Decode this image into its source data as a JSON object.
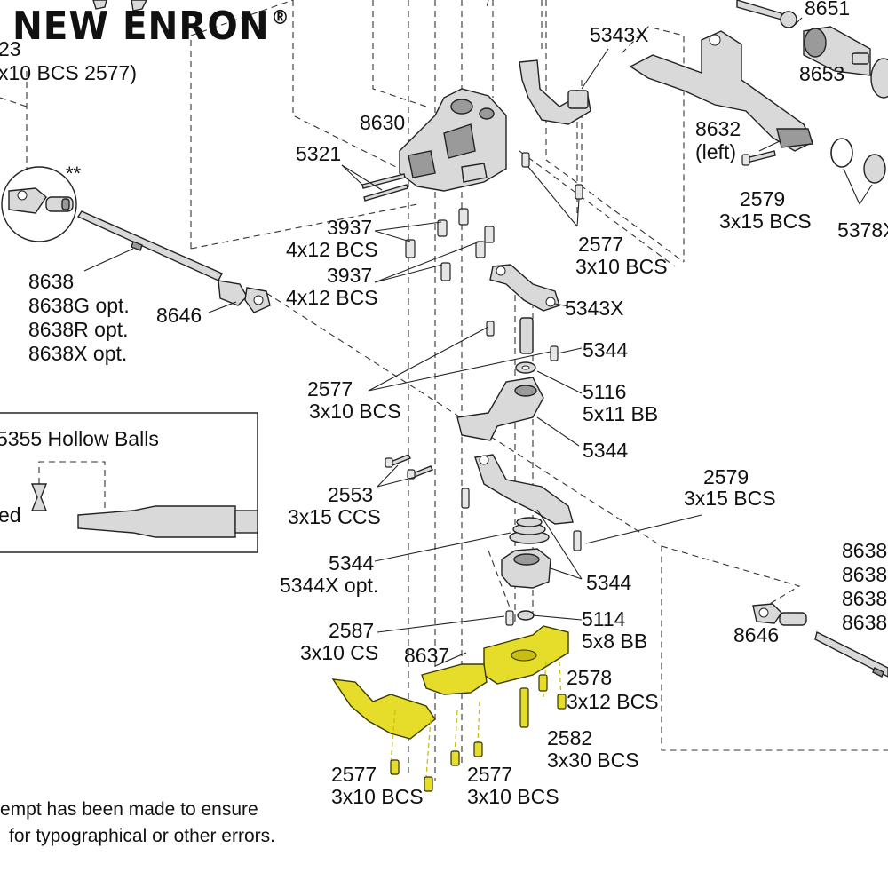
{
  "brand": {
    "name": "NEW ENRON",
    "mark": "®"
  },
  "callouts": {
    "c5343x_top": "5343X",
    "c8630": "8630",
    "c5321": "5321",
    "c3937_a_num": "3937",
    "c3937_a_spec": "4x12 BCS",
    "c3937_b_num": "3937",
    "c3937_b_spec": "4x12 BCS",
    "c8638_num": "8638",
    "c8638_g": "8638G opt.",
    "c8638_r": "8638R opt.",
    "c8638_x": "8638X opt.",
    "c8646_left": "8646",
    "c5343x_mid": "5343X",
    "c5344_a": "5344",
    "c2577_a_num": "2577",
    "c2577_a_spec": "3x10 BCS",
    "c5116_num": "5116",
    "c5116_spec": "5x11 BB",
    "c5344_b": "5344",
    "c2553_num": "2553",
    "c2553_spec": "3x15 CCS",
    "c2579_mid_num": "2579",
    "c2579_mid_spec": "3x15 BCS",
    "c5344_c_num": "5344",
    "c5344_c_opt": "5344X opt.",
    "c5344_d": "5344",
    "c2587_num": "2587",
    "c2587_spec": "3x10 CS",
    "c5114_num": "5114",
    "c5114_spec": "5x8 BB",
    "c8637": "8637",
    "c2578_num": "2578",
    "c2578_spec": "3x12 BCS",
    "c2582_num": "2582",
    "c2582_spec": "3x30 BCS",
    "c2577_b_num": "2577",
    "c2577_b_spec": "3x10 BCS",
    "c2577_c_num": "2577",
    "c2577_c_spec": "3x10 BCS",
    "c8651": "8651",
    "c8653": "8653",
    "c8632_num": "8632",
    "c8632_side": "(left)",
    "c2579_top_num": "2579",
    "c2579_top_spec": "3x15 BCS",
    "c5378x": "5378X",
    "c2577_top_num": "2577",
    "c2577_top_spec": "3x10 BCS",
    "c8646_right": "8646",
    "c8638_right_1": "8638",
    "c8638_right_2": "8638",
    "c8638_right_3": "8638",
    "c8638_right_4": "8638",
    "c23_partial": "23",
    "c10bcs_partial": "x10 BCS 2577)",
    "c_star": "**"
  },
  "inset": {
    "title": "5355 Hollow Balls",
    "side_label": "ed"
  },
  "footer": {
    "line1": "empt has been made to ensure",
    "line2": "for typographical or other errors."
  },
  "colors": {
    "highlight": "#e6dc2a",
    "line": "#222222"
  }
}
